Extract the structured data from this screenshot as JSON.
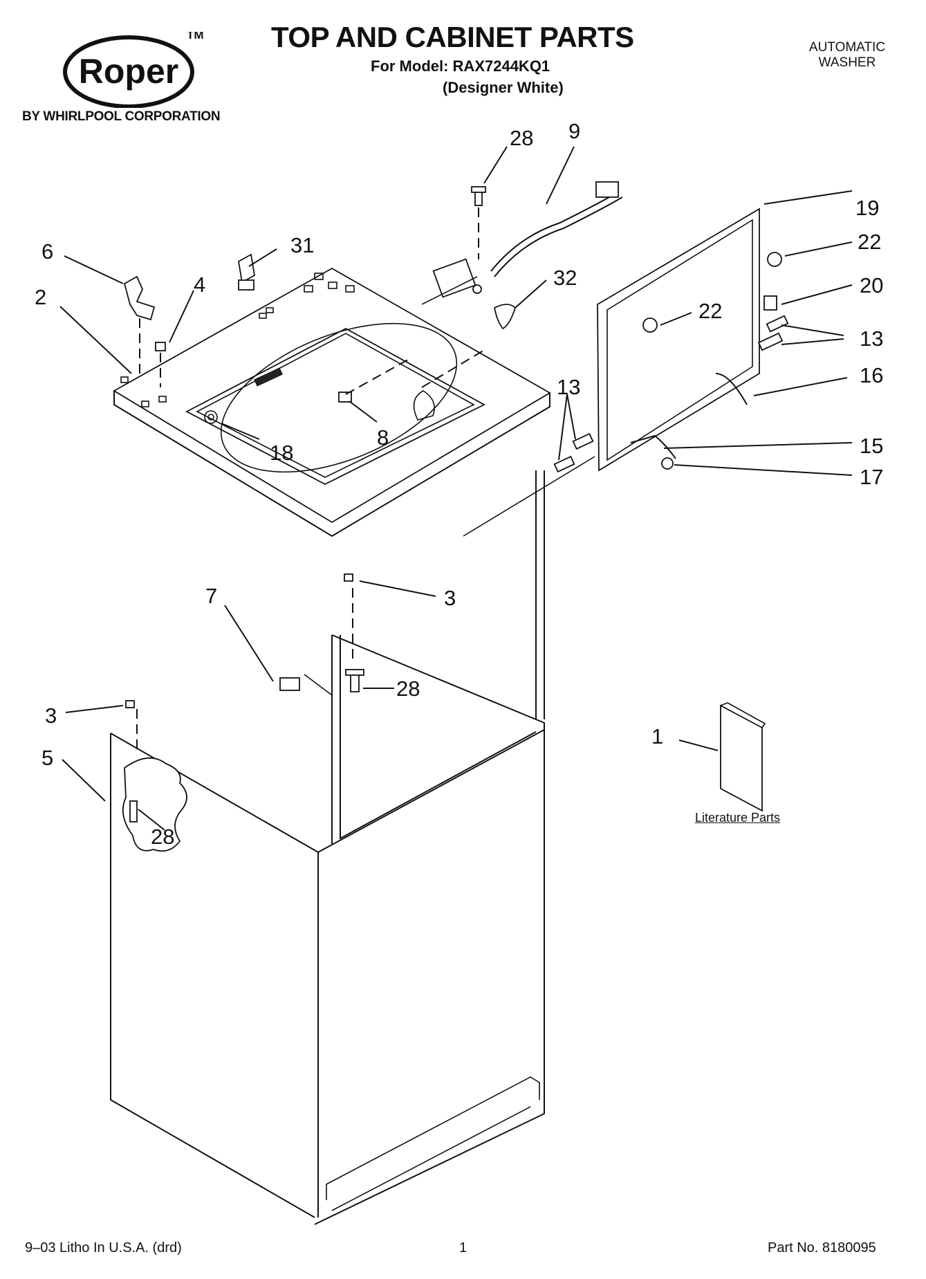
{
  "header": {
    "brand": "Roper",
    "trademark": "TM",
    "brand_sub": "BY WHIRLPOOL CORPORATION",
    "title": "TOP AND CABINET PARTS",
    "model_line": "For Model: RAX7244KQ1",
    "variant": "(Designer White)",
    "product_type_line1": "AUTOMATIC",
    "product_type_line2": "WASHER"
  },
  "callouts": [
    "28",
    "9",
    "19",
    "22",
    "6",
    "31",
    "2",
    "4",
    "32",
    "20",
    "22",
    "13",
    "16",
    "13",
    "8",
    "18",
    "15",
    "17",
    "7",
    "3",
    "28",
    "3",
    "5",
    "28",
    "1"
  ],
  "literature_label": "Literature Parts",
  "footer": {
    "left": "9–03 Litho In U.S.A. (drd)",
    "center": "1",
    "right": "Part No. 8180095"
  }
}
